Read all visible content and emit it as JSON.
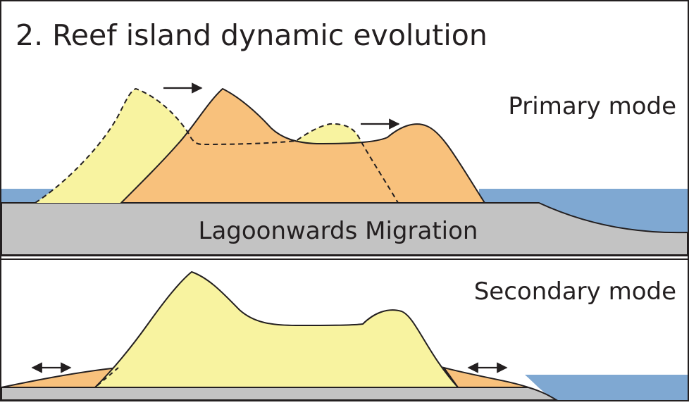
{
  "title": "2. Reef island dynamic evolution",
  "panels": [
    {
      "mode_label": "Primary mode",
      "platform_label": "Lagoonwards Migration"
    },
    {
      "mode_label": "Secondary mode"
    }
  ],
  "colors": {
    "water": "#7fa8d2",
    "reef_platform": "#c3c3c3",
    "island_previous": "#f8f3a0",
    "island_current": "#f8c17c",
    "outline": "#231f20",
    "background": "#ffffff"
  },
  "icons": [
    "arrow-right-icon",
    "arrow-double-icon"
  ]
}
